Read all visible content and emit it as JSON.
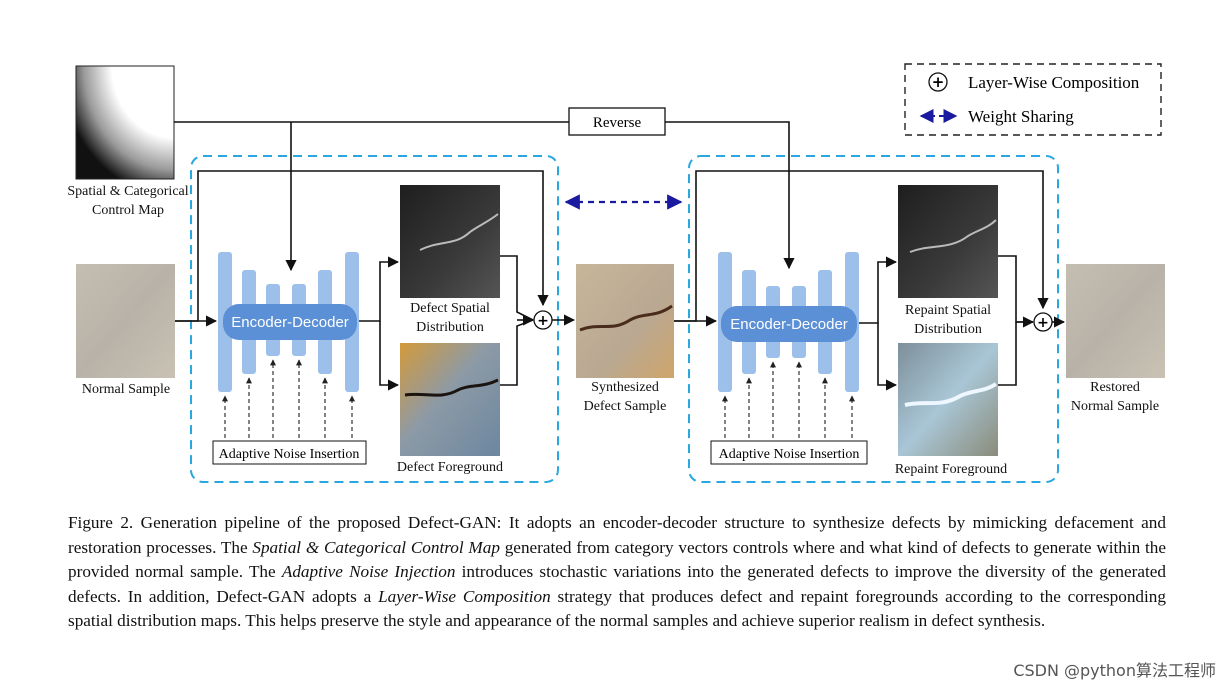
{
  "legend": {
    "composition": "Layer-Wise Composition",
    "weight_sharing": "Weight Sharing"
  },
  "blocks": {
    "reverse": "Reverse",
    "encoder_decoder": "Encoder-Decoder",
    "noise_insertion": "Adaptive Noise Insertion"
  },
  "labels": {
    "control_map": [
      "Spatial & Categorical",
      "Control Map"
    ],
    "normal_sample": "Normal Sample",
    "defect_spatial": [
      "Defect Spatial",
      "Distribution"
    ],
    "defect_foreground": "Defect Foreground",
    "synthesized": [
      "Synthesized",
      "Defect Sample"
    ],
    "repaint_spatial": [
      "Repaint Spatial",
      "Distribution"
    ],
    "repaint_foreground": "Repaint Foreground",
    "restored": [
      "Restored",
      "Normal Sample"
    ]
  },
  "caption": {
    "p1": "Figure 2. Generation pipeline of the proposed Defect-GAN: It adopts an encoder-decoder structure to synthesize defects by mimicking defacement and restoration processes. The ",
    "i1": "Spatial & Categorical Control Map",
    "p2": " generated from category vectors controls where and what kind of defects to generate within the provided normal sample.  The ",
    "i2": "Adaptive Noise Injection",
    "p3": " introduces stochastic variations into the generated defects to improve the diversity of the generated defects.  In addition, Defect-GAN adopts a ",
    "i3": "Layer-Wise Composition",
    "p4": " strategy that produces defect and repaint foregrounds according to the corresponding spatial distribution maps. This helps preserve the style and appearance of the normal samples and achieve superior realism in defect synthesis."
  },
  "watermark": "CSDN @python算法工程师",
  "colors": {
    "dashed_box": "#29a8e0",
    "encoder": "#5b8fd6",
    "bar": "#9cc0ea",
    "weight_sharing": "#1a1aa0"
  }
}
